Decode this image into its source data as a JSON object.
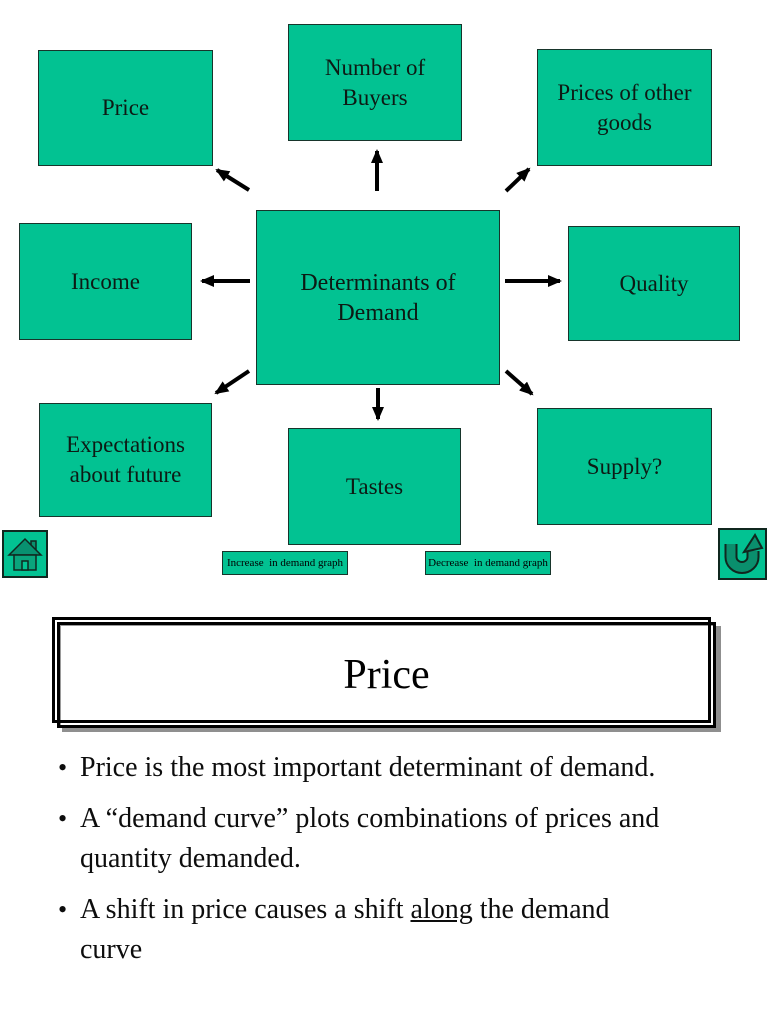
{
  "colors": {
    "box_fill": "#02c292",
    "box_border": "#17352b",
    "icon_glyph_green": "#0a8f6d",
    "arrow_black": "#000000",
    "title_shadow_gray": "#8f8f8f"
  },
  "diagram": {
    "center": "Determinants of Demand",
    "nodes": {
      "price": "Price",
      "buyers": "Number of Buyers",
      "other_goods": "Prices of other goods",
      "income": "Income",
      "quality": "Quality",
      "expectations": "Expectations about future",
      "tastes": "Tastes",
      "supply": "Supply?"
    },
    "links": {
      "increase": "Increase  in demand graph",
      "decrease": "Decrease  in demand graph"
    }
  },
  "slide2": {
    "title": "Price",
    "bullet_char": "•",
    "bullets": [
      {
        "parts": [
          {
            "text": "Price is the most important determinant of demand."
          }
        ]
      },
      {
        "parts": [
          {
            "text": "A “demand curve” plots combinations of prices and quantity demanded."
          }
        ]
      },
      {
        "parts": [
          {
            "text": "A shift in price causes a shift "
          },
          {
            "text": "along"
          },
          {
            "text": " the demand curve"
          }
        ]
      }
    ]
  }
}
